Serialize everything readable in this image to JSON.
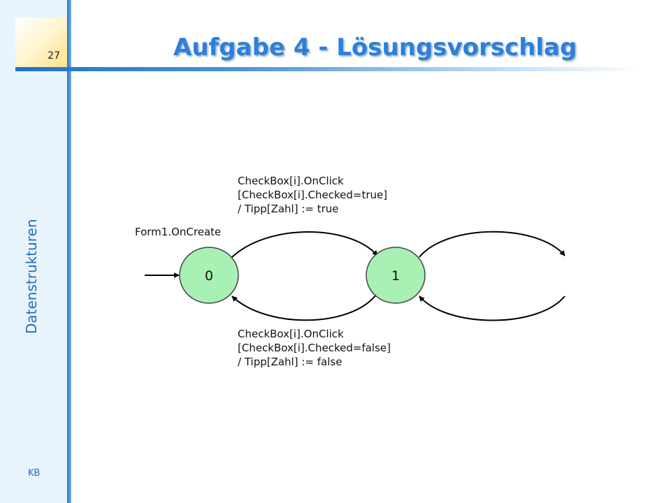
{
  "slide": {
    "number": "27",
    "title": "Aufgabe 4 - Lösungsvorschlag",
    "section": "Datenstrukturen",
    "footer": "KB"
  },
  "diagram": {
    "states": [
      {
        "id": "s0",
        "label": "0"
      },
      {
        "id": "s1",
        "label": "1"
      }
    ],
    "start_label": "Form1.OnCreate",
    "top_transition": [
      "CheckBox[i].OnClick",
      "[CheckBox[i].Checked=true]",
      "/ Tipp[Zahl] := true"
    ],
    "bottom_transition": [
      "CheckBox[i].OnClick",
      "[CheckBox[i].Checked=false]",
      "/ Tipp[Zahl] := false"
    ]
  },
  "colors": {
    "state_fill": "#a8f0b4",
    "title": "#2e7fd8",
    "accent": "#1e73c8",
    "number_box": "#fde38a"
  }
}
